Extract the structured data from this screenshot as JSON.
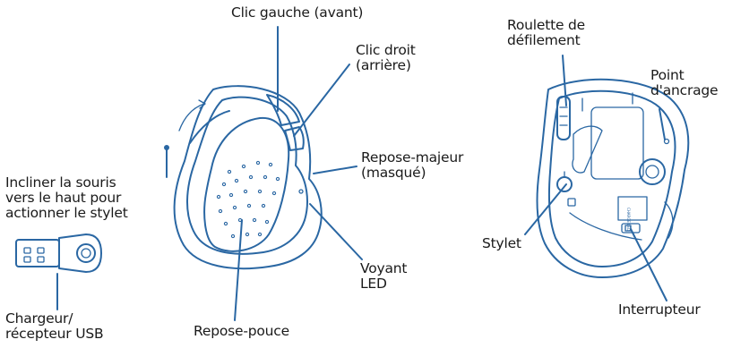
{
  "colors": {
    "outline": "#2a67a3",
    "leader": "#2a67a3",
    "text": "#1a1a1a",
    "background": "#ffffff"
  },
  "labels": {
    "left_click": "Clic gauche (avant)",
    "right_click": "Clic droit\n(arrière)",
    "middle_rest": "Repose-majeur\n(masqué)",
    "tilt": "Incliner la souris\nvers le haut pour\nactionner le stylet",
    "led": "Voyant\nLED",
    "charger": "Chargeur/\nrécepteur USB",
    "thumb_rest": "Repose-pouce",
    "scroll_wheel": "Roulette de\ndéfilement",
    "anchor": "Point\nd'ancrage",
    "stylus": "Stylet",
    "switch": "Interrupteur"
  },
  "illustrations": {
    "usb_receiver": "usb-receiver",
    "mouse_front": "mouse-front-view",
    "mouse_bottom": "mouse-bottom-view",
    "bottom_printed_text": "CHARGE LED"
  }
}
